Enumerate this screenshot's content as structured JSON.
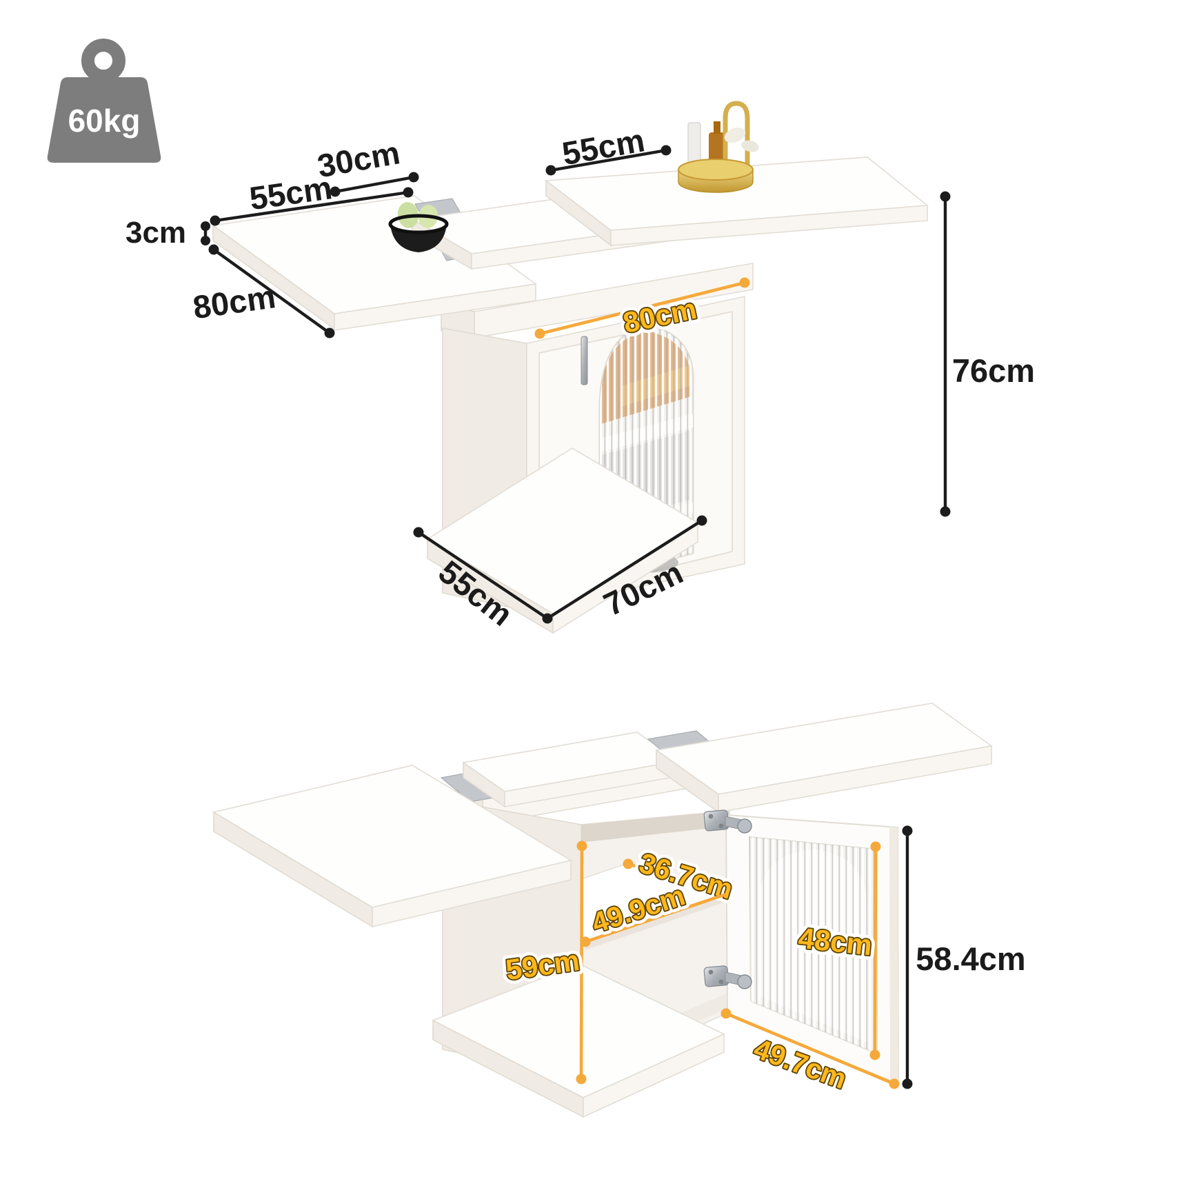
{
  "page": {
    "kind": "product dimension diagram",
    "background": "#ffffff"
  },
  "weight_capacity": {
    "label": "60kg",
    "icon": "weight-kettlebell-icon",
    "icon_color": "#7d7d7d"
  },
  "colors": {
    "dimension_black": "#1c1c1c",
    "dimension_yellow_line": "#f5a93b",
    "dimension_yellow_text": "#ffb81c",
    "furniture_white": "#fefefd",
    "tray_gold": "#d4af4e",
    "glass_amber": "#c9772e"
  },
  "top_view": {
    "name": "extendable table - extended view with closed glass cabinet",
    "dimensions": {
      "left_leaf_width": "55cm",
      "butterfly_leaf_width": "30cm",
      "right_leaf_width": "55cm",
      "tabletop_thickness": "3cm",
      "tabletop_depth": "80cm",
      "cabinet_front_width": "80cm",
      "overall_height": "76cm",
      "base_depth": "55cm",
      "base_width": "70cm"
    }
  },
  "bottom_view": {
    "name": "extendable table - open cabinet door view",
    "dimensions": {
      "shelf_depth": "36.7cm",
      "shelf_width": "49.9cm",
      "cabinet_side_height": "59cm",
      "door_glass_height": "48cm",
      "door_bottom_width": "49.7cm",
      "door_height": "58.4cm"
    }
  }
}
